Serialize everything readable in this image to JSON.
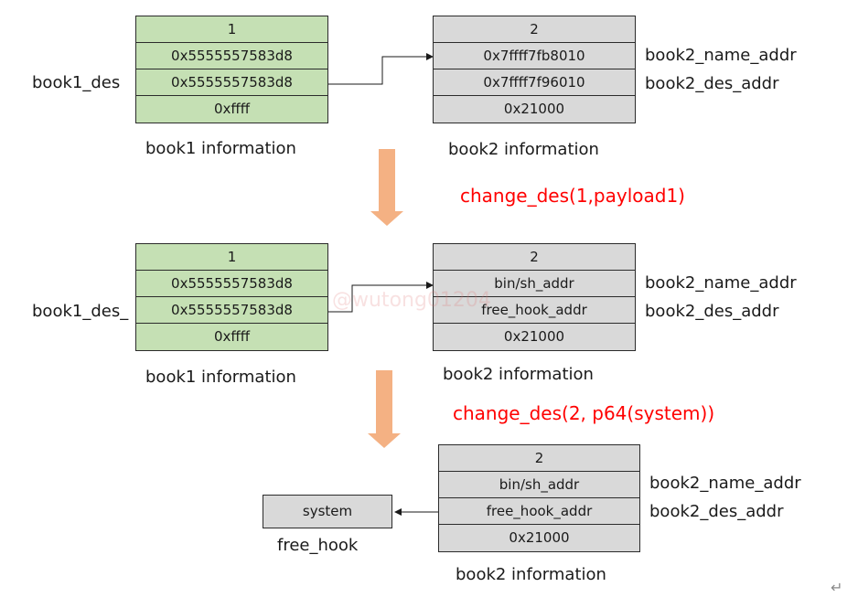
{
  "colors": {
    "green_fill": "#c5e0b4",
    "gray_fill": "#d9d9d9",
    "accent_red": "#ff0000",
    "arrow_orange": "#f4b183"
  },
  "stage1": {
    "book1": {
      "rows": [
        "1",
        "0x5555557583d8",
        "0x5555557583d8",
        "0xffff"
      ],
      "caption": "book1 information",
      "side_label": "book1_des"
    },
    "book2": {
      "rows": [
        "2",
        "0x7ffff7fb8010",
        "0x7ffff7f96010",
        "0x21000"
      ],
      "caption": "book2 information",
      "name_label": "book2_name_addr",
      "des_label": "book2_des_addr"
    }
  },
  "step1": {
    "text": "change_des(1,payload1)"
  },
  "stage2": {
    "book1": {
      "rows": [
        "1",
        "0x5555557583d8",
        "0x5555557583d8",
        "0xffff"
      ],
      "caption": "book1 information",
      "side_label": "book1_des_"
    },
    "book2": {
      "rows": [
        "2",
        "bin/sh_addr",
        "free_hook_addr",
        "0x21000"
      ],
      "caption": "book2 information",
      "name_label": "book2_name_addr",
      "des_label": "book2_des_addr"
    },
    "watermark": "@wutong01204"
  },
  "step2": {
    "text": "change_des(2, p64(system))"
  },
  "stage3": {
    "book2": {
      "rows": [
        "2",
        "bin/sh_addr",
        "free_hook_addr",
        "0x21000"
      ],
      "caption": "book2 information",
      "name_label": "book2_name_addr",
      "des_label": "book2_des_addr"
    },
    "system_box": "system",
    "free_hook_label": "free_hook"
  },
  "corner_glyph": "↵",
  "icons": {
    "flow_arrow": "down-arrow-icon",
    "pointer": "pointer-arrow-icon"
  }
}
